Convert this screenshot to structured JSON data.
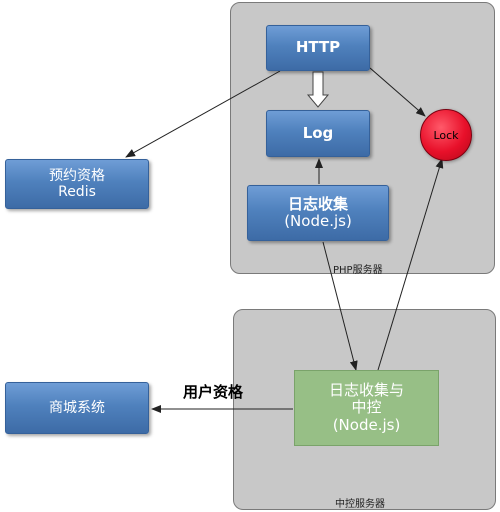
{
  "servers": {
    "php": {
      "label": "PHP服务器"
    },
    "control": {
      "label": "中控服务器"
    }
  },
  "nodes": {
    "http": {
      "label": "HTTP"
    },
    "log": {
      "label": "Log"
    },
    "collector": {
      "line1": "日志收集",
      "line2": "(Node.js)"
    },
    "lock": {
      "label": "Lock"
    },
    "redis": {
      "line1": "预约资格",
      "line2": "Redis"
    },
    "mall": {
      "label": "商城系统"
    },
    "control": {
      "line1": "日志收集与",
      "line2": "中控",
      "line3": "(Node.js)"
    }
  },
  "edges": {
    "user_qualification": {
      "label": "用户资格"
    }
  },
  "colors": {
    "box_blue": "#4f81bd",
    "server_gray": "#c8c8c8",
    "control_green": "#97bf86",
    "lock_red": "#e8102a"
  }
}
